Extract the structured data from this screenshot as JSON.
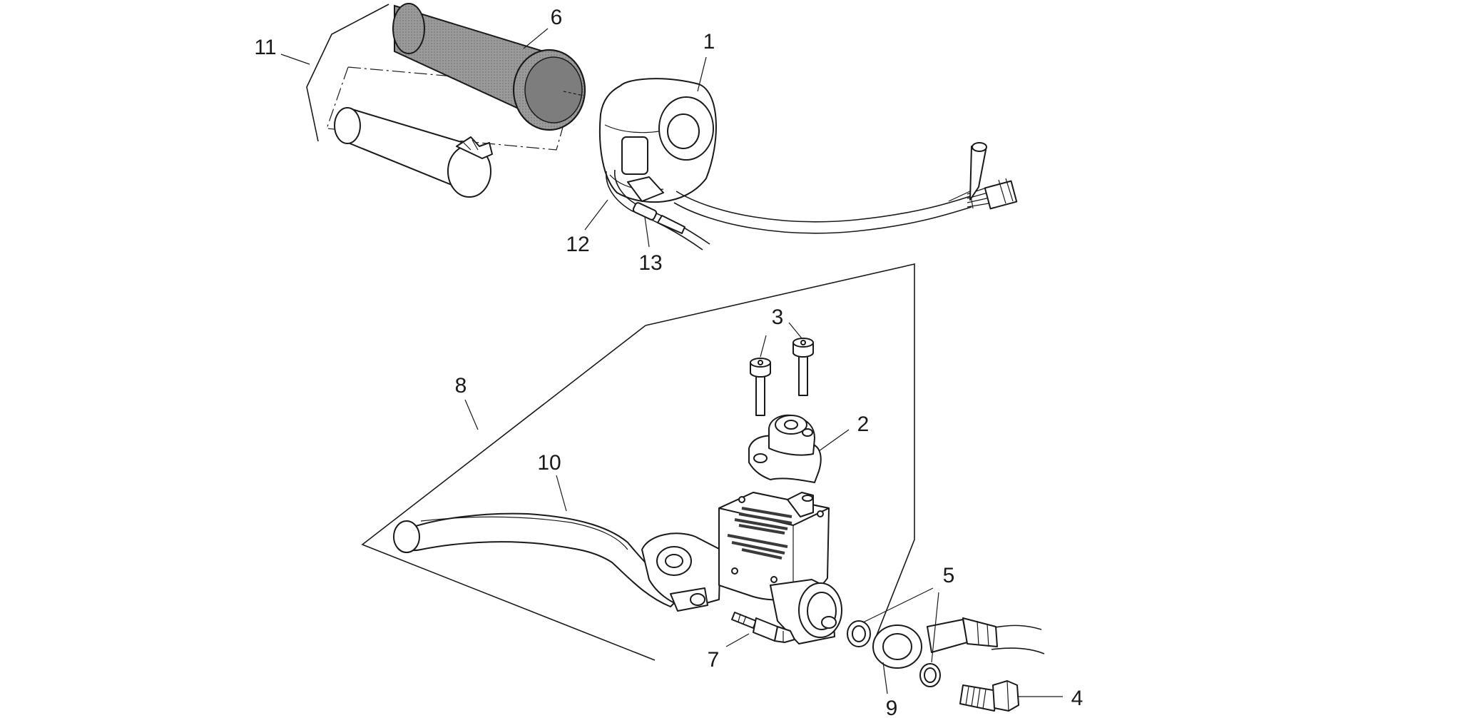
{
  "callouts": {
    "c1": "1",
    "c2": "2",
    "c3": "3",
    "c4": "4",
    "c5": "5",
    "c6": "6",
    "c7": "7",
    "c8": "8",
    "c9": "9",
    "c10": "10",
    "c11": "11",
    "c12": "12",
    "c13": "13"
  },
  "colors": {
    "line": "#1a1a1a",
    "grip_fill": "#8c8c8c",
    "background": "#ffffff"
  }
}
